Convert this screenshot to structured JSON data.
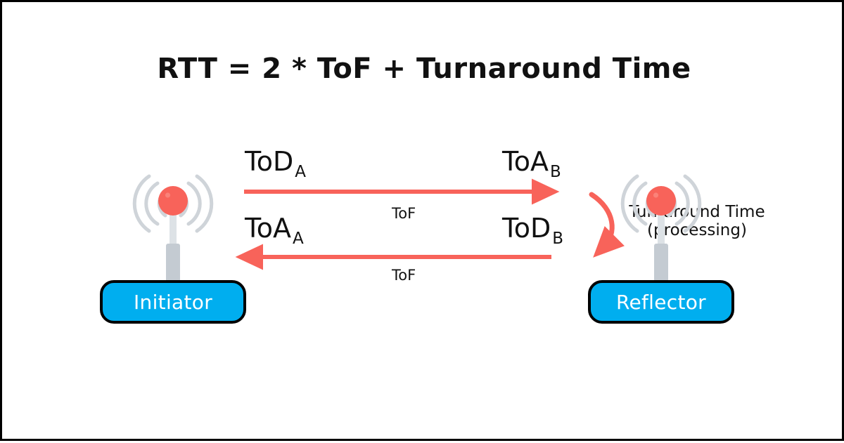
{
  "diagram": {
    "title": "RTT = 2 * ToF + Turnaround Time",
    "colors": {
      "accent_blue": "#00AEEF",
      "arrow_red": "#F8635A",
      "antenna_ball": "#F8635A",
      "antenna_mast": "#C9D0D6",
      "antenna_wave": "#CFD4D9",
      "border_black": "#000000",
      "text_black": "#111111",
      "node_text": "#FFFFFF"
    },
    "nodes": [
      {
        "id": "initiator",
        "label": "Initiator",
        "icon": "antenna-icon"
      },
      {
        "id": "reflector",
        "label": "Reflector",
        "icon": "antenna-icon"
      }
    ],
    "messages": [
      {
        "id": "forward",
        "direction": "left-to-right",
        "origin_label": "ToD",
        "origin_subscript": "A",
        "destination_label": "ToA",
        "destination_subscript": "B",
        "edge_label": "ToF"
      },
      {
        "id": "return",
        "direction": "right-to-left",
        "origin_label": "ToD",
        "origin_subscript": "B",
        "destination_label": "ToA",
        "destination_subscript": "A",
        "edge_label": "ToF"
      }
    ],
    "annotations": {
      "turnaround_line1": "Turnaround Time",
      "turnaround_line2": "(processing)",
      "turnaround_arrow_icon": "curved-arrow-icon"
    }
  }
}
